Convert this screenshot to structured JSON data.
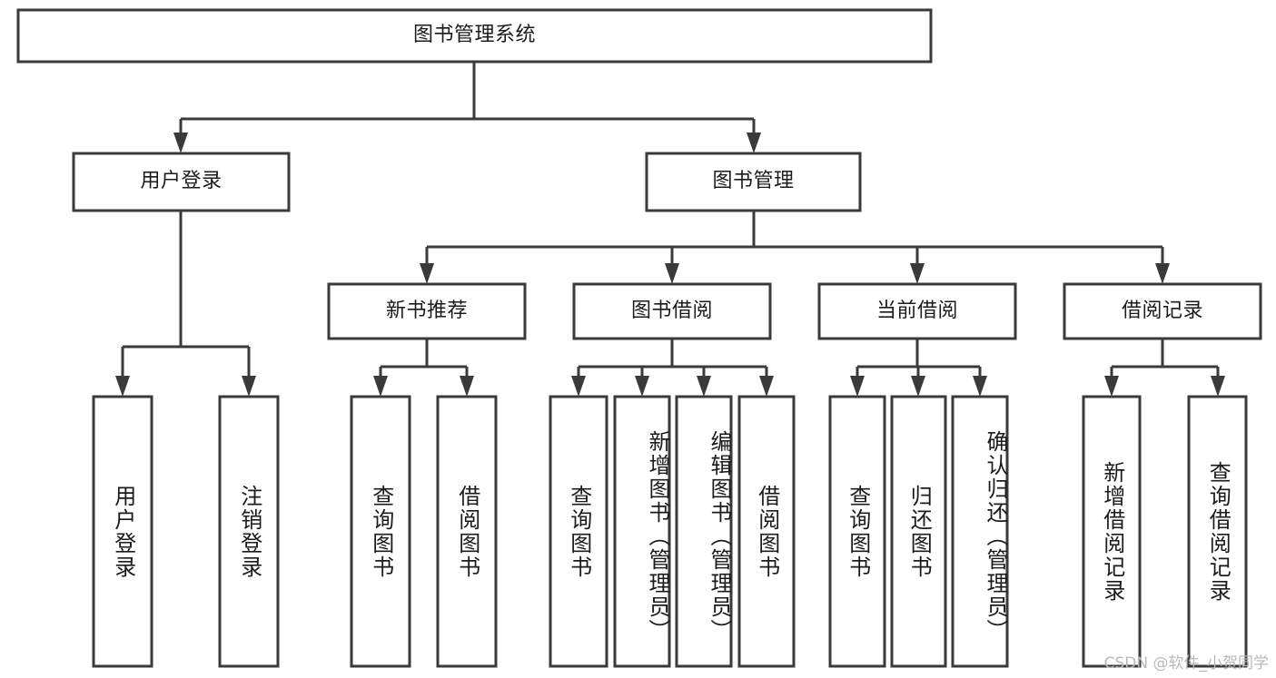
{
  "diagram": {
    "title_node": {
      "label": "图书管理系统"
    },
    "level2": [
      {
        "id": "user-login",
        "label": "用户登录"
      },
      {
        "id": "book-management",
        "label": "图书管理"
      }
    ],
    "level3": [
      {
        "id": "new-book-recommend",
        "label": "新书推荐"
      },
      {
        "id": "book-borrow",
        "label": "图书借阅"
      },
      {
        "id": "current-borrow",
        "label": "当前借阅"
      },
      {
        "id": "borrow-record",
        "label": "借阅记录"
      }
    ],
    "leaves": {
      "user_login": [
        {
          "id": "leaf-user-login",
          "label": "用户登录"
        },
        {
          "id": "leaf-logout-login",
          "label": "注销登录"
        }
      ],
      "new_book_recommend": [
        {
          "id": "leaf-query-book-1",
          "label": "查询图书"
        },
        {
          "id": "leaf-borrow-book-1",
          "label": "借阅图书"
        }
      ],
      "book_borrow": [
        {
          "id": "leaf-query-book-2",
          "label": "查询图书"
        },
        {
          "id": "leaf-add-book",
          "label": "新增图书（管理员）"
        },
        {
          "id": "leaf-edit-book",
          "label": "编辑图书（管理员）"
        },
        {
          "id": "leaf-borrow-book-2",
          "label": "借阅图书"
        }
      ],
      "current_borrow": [
        {
          "id": "leaf-query-book-3",
          "label": "查询图书"
        },
        {
          "id": "leaf-return-book",
          "label": "归还图书"
        },
        {
          "id": "leaf-confirm-return",
          "label": "确认归还（管理员）"
        }
      ],
      "borrow_record": [
        {
          "id": "leaf-add-borrow-record",
          "label": "新增借阅记录"
        },
        {
          "id": "leaf-query-borrow-record",
          "label": "查询借阅记录"
        }
      ]
    }
  },
  "watermark": {
    "text": "CSDN @软件_小贺同学"
  },
  "colors": {
    "stroke": "#3a3a3a",
    "box_fill": "#ffffff",
    "text": "#1b1b1b",
    "watermark": "#b9b9b9",
    "background": "#ffffff"
  }
}
